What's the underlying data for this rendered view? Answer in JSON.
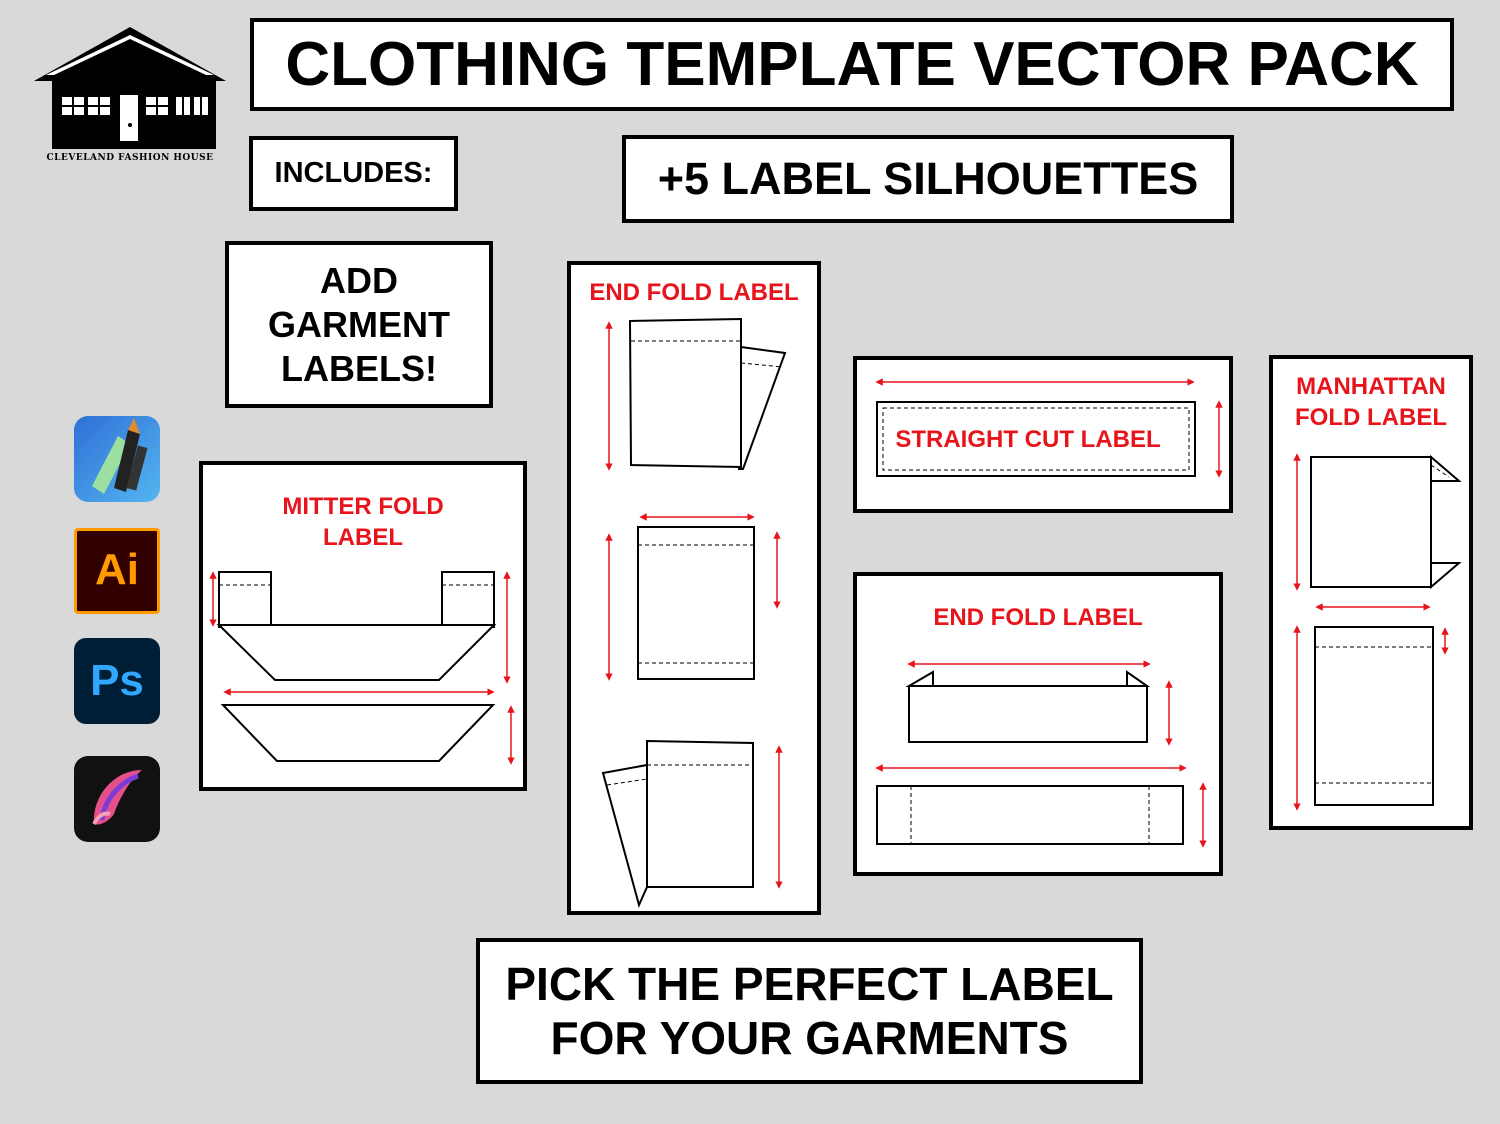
{
  "brand": {
    "name": "CLEVELAND FASHION HOUSE"
  },
  "header": {
    "title": "CLOTHING TEMPLATE VECTOR PACK"
  },
  "includes_label": "INCLUDES:",
  "silhouettes_label": "+5 LABEL SILHOUETTES",
  "add_labels": [
    "ADD",
    "GARMENT",
    "LABELS!"
  ],
  "apps": [
    {
      "icon": "vectornator-icon"
    },
    {
      "icon": "illustrator-icon",
      "text": "Ai"
    },
    {
      "icon": "photoshop-icon",
      "text": "Ps"
    },
    {
      "icon": "procreate-icon"
    }
  ],
  "panels": {
    "mitter": {
      "title_line1": "MITTER FOLD",
      "title_line2": "LABEL"
    },
    "end_fold_tall": {
      "title": "END FOLD LABEL"
    },
    "straight_cut": {
      "title": "STRAIGHT CUT LABEL"
    },
    "end_fold_wide": {
      "title": "END FOLD LABEL"
    },
    "manhattan": {
      "title_line1": "MANHATTAN",
      "title_line2": "FOLD LABEL"
    }
  },
  "footer": {
    "line1": "PICK THE PERFECT LABEL",
    "line2": "FOR YOUR GARMENTS"
  },
  "colors": {
    "accent_red": "#e8141b",
    "background": "#d9d9d9",
    "ai_orange": "#ff9a00",
    "ps_blue": "#31a8ff"
  }
}
